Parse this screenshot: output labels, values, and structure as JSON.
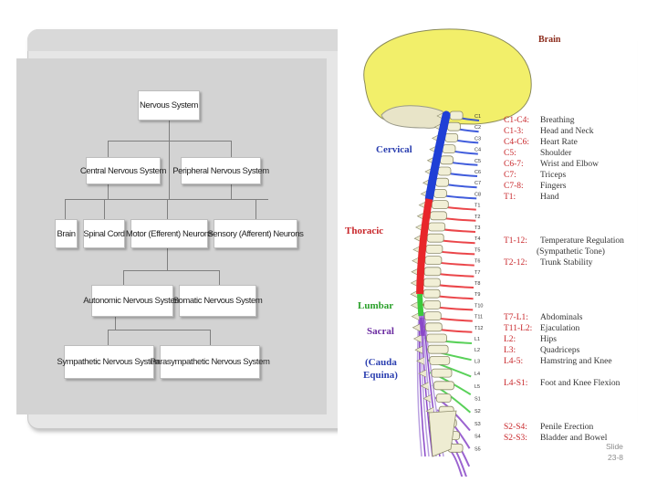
{
  "org_chart": {
    "root": "Nervous System",
    "level2": [
      "Central Nervous System",
      "Peripheral Nervous System"
    ],
    "level3": [
      "Brain",
      "Spinal Cord",
      "Motor (Efferent) Neurons",
      "Sensory (Afferent) Neurons"
    ],
    "level4": [
      "Autonomic Nervous System",
      "Somatic Nervous System"
    ],
    "level5": [
      "Sympathetic Nervous System",
      "Parasympathetic Nervous System"
    ]
  },
  "spine_figure": {
    "brain_label": "Brain",
    "region_labels": {
      "cervical": "Cervical",
      "thoracic": "Thoracic",
      "lumbar": "Lumbar",
      "sacral": "Sacral",
      "cauda_1": "(Cauda",
      "cauda_2": "Equina)"
    },
    "vertebra_labels": [
      "C1",
      "C2",
      "C3",
      "C4",
      "C5",
      "C6",
      "C7",
      "C8",
      "T1",
      "T2",
      "T3",
      "T4",
      "T5",
      "T6",
      "T7",
      "T8",
      "T9",
      "T10",
      "T11",
      "T12",
      "L1",
      "L2",
      "L3",
      "L4",
      "L5",
      "S1",
      "S2",
      "S3",
      "S4",
      "S5"
    ],
    "functions": [
      {
        "code": "C1-C4:",
        "text": "Breathing"
      },
      {
        "code": "C1-3:",
        "text": "Head and Neck"
      },
      {
        "code": "C4-C6:",
        "text": "Heart Rate"
      },
      {
        "code": "C5:",
        "text": "Shoulder"
      },
      {
        "code": "C6-7:",
        "text": "Wrist and Elbow"
      },
      {
        "code": "C7:",
        "text": "Triceps"
      },
      {
        "code": "C7-8:",
        "text": "Fingers"
      },
      {
        "code": "T1:",
        "text": "Hand"
      },
      {
        "code": "T1-12:",
        "text": "Temperature Regulation"
      },
      {
        "code": "",
        "text": "(Sympathetic Tone)"
      },
      {
        "code": "T2-12:",
        "text": "Trunk Stability"
      },
      {
        "code": "T7-L1:",
        "text": "Abdominals"
      },
      {
        "code": "T11-L2:",
        "text": "Ejaculation"
      },
      {
        "code": "L2:",
        "text": "Hips"
      },
      {
        "code": "L3:",
        "text": "Quadriceps"
      },
      {
        "code": "L4-5:",
        "text": "Hamstring and Knee"
      },
      {
        "code": "L4-S1:",
        "text": "Foot and Knee Flexion"
      },
      {
        "code": "S2-S4:",
        "text": "Penile Erection"
      },
      {
        "code": "S2-S3:",
        "text": "Bladder and Bowel"
      }
    ],
    "colors": {
      "brain": "#f2ef6a",
      "cervical": "#1f3fd6",
      "thoracic": "#e8262a",
      "lumbar": "#3cc93c",
      "sacral": "#8a48c8",
      "label_blue": "#2b3fb0",
      "label_red": "#c8262a",
      "label_green": "#2aa02a",
      "label_purple": "#6a2aa0",
      "label_cauda": "#2b3fb0",
      "brain_text": "#8b2a1a",
      "function_text": "#333333"
    }
  },
  "footer": {
    "slide_label": "Slide",
    "slide_number": "23-8"
  }
}
